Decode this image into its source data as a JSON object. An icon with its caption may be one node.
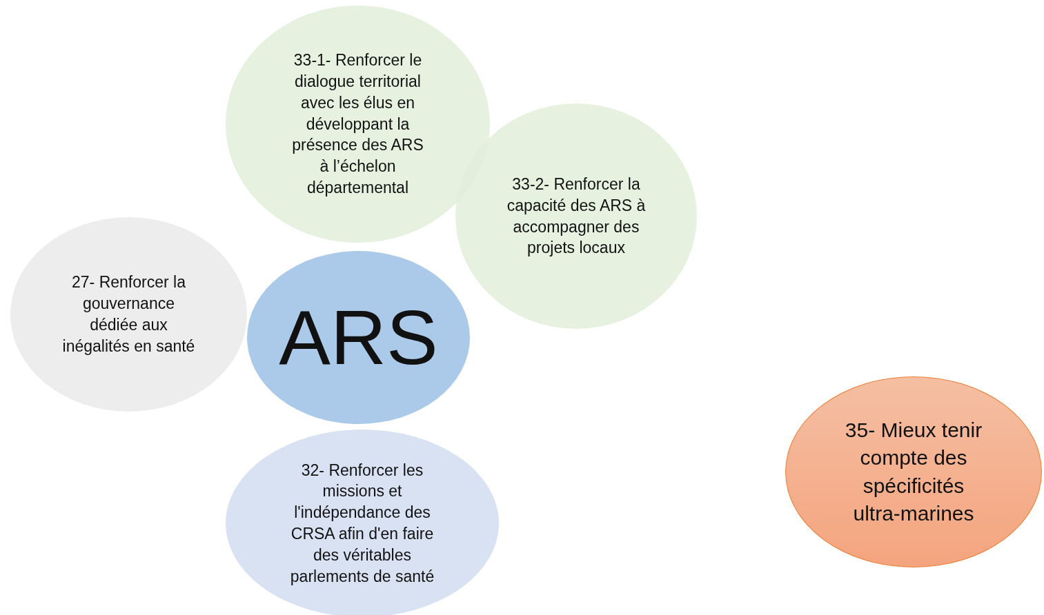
{
  "diagram": {
    "nodes": [
      {
        "text": [
          "33-1- Renforcer le dialogue territorial avec les élus en développant la présence des ARS à l’échelon départemental"
        ]
      },
      {
        "text": [
          "33-2- Renforcer la capacité des ARS à accompagner des projets locaux"
        ]
      },
      {
        "text": [
          "27- Renforcer la gouvernance dédiée aux inégalités en santé"
        ]
      },
      {
        "text": [
          "ARS"
        ]
      },
      {
        "text": [
          "32- Renforcer les missions et l'indépendance des CRSA afin d'en faire des véritables parlements de santé"
        ]
      },
      {
        "text": [
          "35- Mieux tenir compte des spécificités ultra-marines"
        ]
      }
    ]
  }
}
